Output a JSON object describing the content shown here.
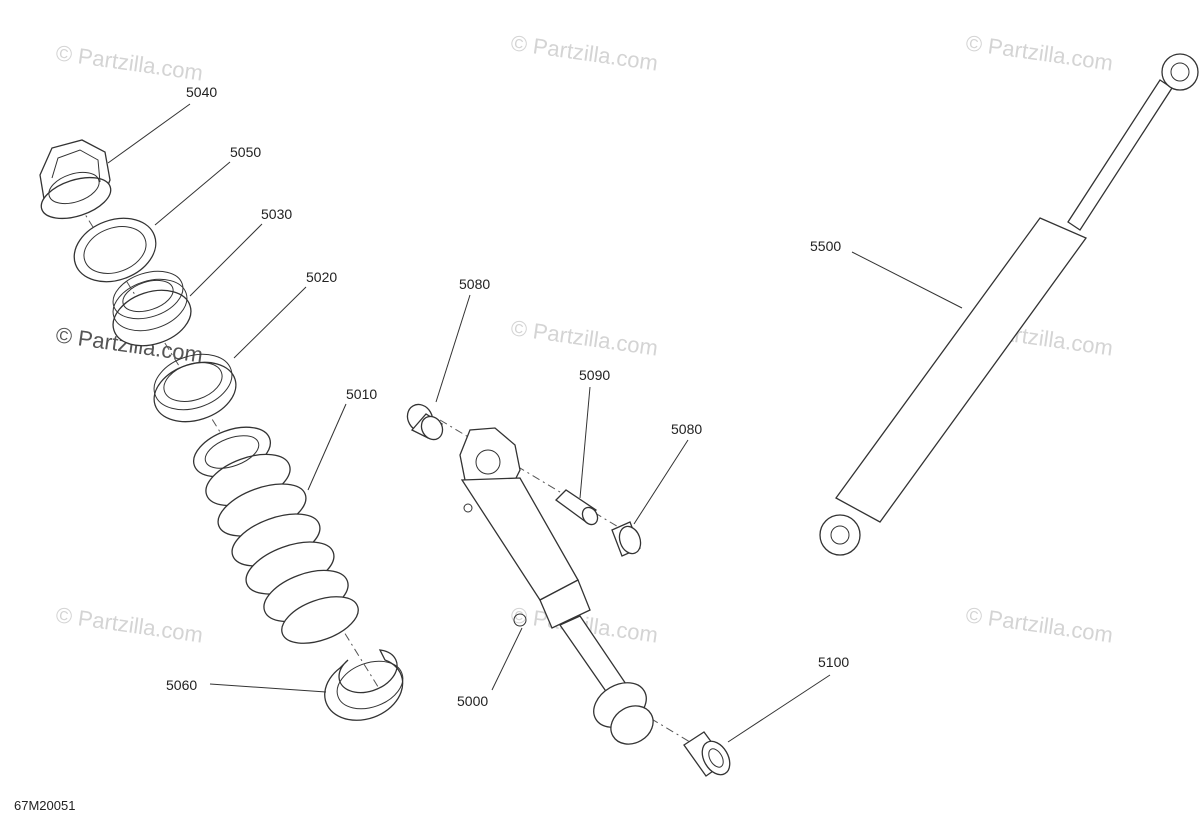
{
  "diagram": {
    "reference_code": "67M20051",
    "watermark": "© Partzilla.com",
    "callouts": [
      {
        "id": "5040",
        "label": "5040"
      },
      {
        "id": "5050",
        "label": "5050"
      },
      {
        "id": "5030",
        "label": "5030"
      },
      {
        "id": "5020",
        "label": "5020"
      },
      {
        "id": "5010",
        "label": "5010"
      },
      {
        "id": "5060",
        "label": "5060"
      },
      {
        "id": "5080a",
        "label": "5080"
      },
      {
        "id": "5090",
        "label": "5090"
      },
      {
        "id": "5080b",
        "label": "5080"
      },
      {
        "id": "5000",
        "label": "5000"
      },
      {
        "id": "5100",
        "label": "5100"
      },
      {
        "id": "5500",
        "label": "5500"
      }
    ]
  }
}
